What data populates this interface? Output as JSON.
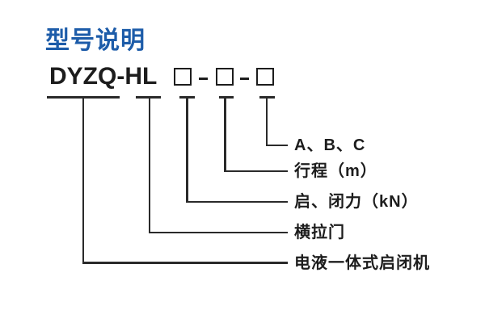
{
  "title": "型号说明",
  "model": {
    "prefix": "DYZQ-HL",
    "separator": "-",
    "placeholder_count": 3
  },
  "legend": [
    {
      "label": "A、B、C"
    },
    {
      "label": "行程（m）"
    },
    {
      "label": "启、闭力（kN）"
    },
    {
      "label": "横拉门"
    },
    {
      "label": "电液一体式启闭机"
    }
  ],
  "colors": {
    "title": "#1d5ca9",
    "text": "#1d1d1d",
    "line": "#2a2a2a",
    "background": "#ffffff"
  }
}
